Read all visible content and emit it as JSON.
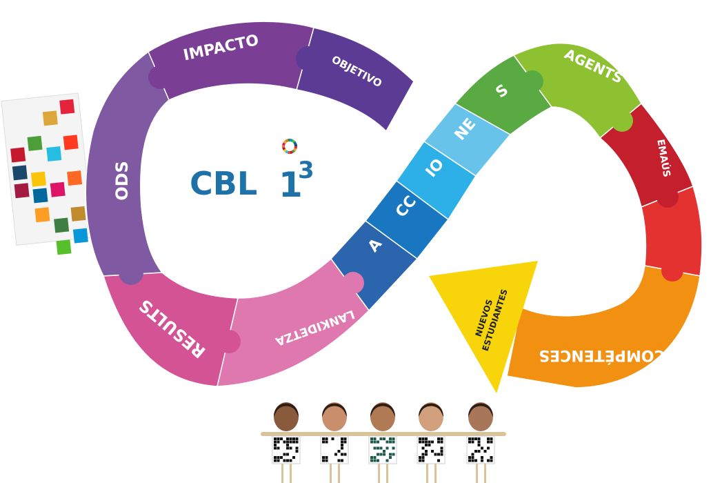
{
  "logo": {
    "text": "CBL",
    "digit": "1",
    "exponent": "3"
  },
  "segments": [
    {
      "id": "objetivo",
      "label": "OBJETIVO",
      "color": "#5b3b94"
    },
    {
      "id": "impacto",
      "label": "IMPACTO",
      "color": "#7a3f95"
    },
    {
      "id": "ods",
      "label": "ODS",
      "color": "#7f5aa3"
    },
    {
      "id": "results",
      "label": "RESULTS",
      "color": "#d35394"
    },
    {
      "id": "lankidetza",
      "label": "LANKIDETZA",
      "color": "#df78ae"
    },
    {
      "id": "a",
      "label": "A",
      "color": "#2a65ad"
    },
    {
      "id": "cc",
      "label": "CC",
      "color": "#1877c0"
    },
    {
      "id": "io",
      "label": "IO",
      "color": "#2cb0e7"
    },
    {
      "id": "ne",
      "label": "NE",
      "color": "#67c3ea"
    },
    {
      "id": "s",
      "label": "S",
      "color": "#5aaa44"
    },
    {
      "id": "agents",
      "label": "AGENTS",
      "color": "#8dc132"
    },
    {
      "id": "emaus",
      "label": "EMAÚS",
      "color": "#c41f2c"
    },
    {
      "id": "red2",
      "label": "",
      "color": "#e3322f"
    },
    {
      "id": "competences",
      "label": "COMPÉTENCES",
      "color": "#f29012"
    }
  ],
  "arrow": {
    "label_line1": "NUEVOS",
    "label_line2": "ESTUDIANTES",
    "color": "#f8d40a"
  },
  "sdg_colors": [
    "#e5243b",
    "#dda63a",
    "#4c9f38",
    "#c5192d",
    "#ff3a21",
    "#26bde2",
    "#fcc30b",
    "#a21942",
    "#fd6925",
    "#dd1367",
    "#fd9d24",
    "#bf8b2e",
    "#3f7e44",
    "#0a97d9",
    "#56c02b",
    "#00689d",
    "#19486a"
  ],
  "people": [
    {
      "name": "person-1"
    },
    {
      "name": "person-2"
    },
    {
      "name": "person-3"
    },
    {
      "name": "person-4"
    },
    {
      "name": "person-5"
    }
  ]
}
